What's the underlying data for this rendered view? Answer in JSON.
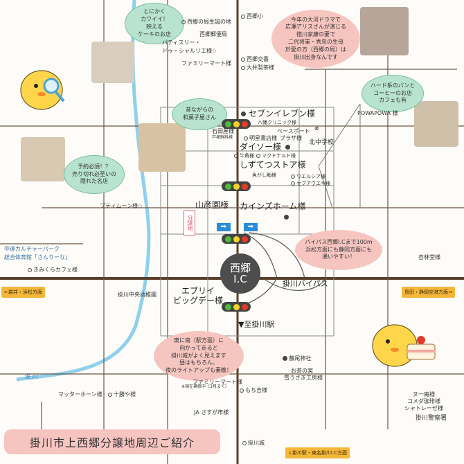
{
  "title": "掛川市上西郷分譲地周辺ご紹介",
  "interchange": {
    "line1": "西郷",
    "line2": "I.C"
  },
  "parcel_label": "分譲地",
  "toward_station": "▼至掛川駅",
  "bypass_label": "掛川バイパス",
  "bubbles": {
    "taiga": {
      "lines": [
        "今年の大河ドラマで",
        "広瀬アリスさんが演じる",
        "徳川家康の妻で",
        "二代将軍・秀忠の生母",
        "於愛の方（西郷の局）は",
        "掛川出身なんです"
      ]
    },
    "bypass": {
      "lines": [
        "バイパス西郷I.Cまで100m",
        "浜松方面にも静岡方面にも",
        "通いやすい！"
      ]
    },
    "castle": {
      "lines": [
        "東に南（駅方面）に",
        "向かって走ると",
        "掛川城がよく見えます",
        "昼はもちろん、",
        "夜のライトアップも素敵！"
      ],
      "note": "※現在補修中（3月まで）"
    },
    "cake": {
      "lines": [
        "とにかく",
        "カワイイ！",
        "映える",
        "ケーキのお店"
      ]
    },
    "wagashi": {
      "lines": [
        "昔ながらの",
        "和菓子屋さん"
      ]
    },
    "reserve": {
      "lines": [
        "予約必須！？",
        "売り切れ必至いの",
        "隠れた名店"
      ]
    },
    "bread": {
      "lines": [
        "ハード系のパンと",
        "コーヒーのお店",
        "カフェも有"
      ]
    }
  },
  "places": {
    "hotel": "西郷の局生誕の地",
    "saigo_school": "西郷小",
    "post": "西郷郵便局",
    "patisserie": "パティスリー・",
    "patisserie2": "ドゥ・シャルリエ様",
    "familymart1": "ファミリーマート様",
    "saigo_kouban": "西郷交番",
    "oi": "大井製茶様",
    "seven": "セブンイレブン様",
    "hattori": "八幡クリニック様",
    "ishida": "石田屋様",
    "tomu": "戸塚鮮料様",
    "meisei": "明星書店様",
    "baseport": "ベースポート",
    "baseport2": "プラザ様",
    "kita_jhs": "北中学校",
    "daiso": "ダイソー様",
    "gyu": "牛角様",
    "mcd": "マクドナルド様",
    "shizutetsu": "しずてつストア様",
    "shiroyaki": "魚がし鮨様",
    "welcia": "ウエルシア様",
    "seven_asa": "セブアウエキ様",
    "pawapowa": "POWAPOWA 様",
    "yamahiko": "山彦園様",
    "cainz": "カインズホーム様",
    "primon": "プティムーン様",
    "chuen": "中遠カルチャーパーク",
    "chuen2": "総合体育館「さんりーな」",
    "kimikura": "きみくらカフェ様",
    "kigyo": "杏林堂様",
    "fukuroi": "←袋井・浜松方面",
    "shizuoka": "島田・静岡空港方面→",
    "nishi_school": "掛川中央幼稚園",
    "eburi": "エブリイ",
    "bigday": "ビッグデー様",
    "tsuruo": "鶴尾神社",
    "ochanoya": "お茶の実",
    "ochanoya2": "雪うさぎ工房様",
    "river": "逆 川",
    "familymart2": "ファミリーマート様",
    "mochi": "もち吉様",
    "mattah": "マッターホーン様",
    "jyuban": "十勝や様",
    "ja": "JA さすが市様",
    "nuichan": "ヌ一庵様",
    "komeda": "コメダ珈琲様",
    "shatore": "シャトレーゼ様",
    "police": "掛川警察署",
    "castle": "掛川城",
    "kakegawa_ic": "↓掛川駅・東名掛川I.C方面"
  }
}
